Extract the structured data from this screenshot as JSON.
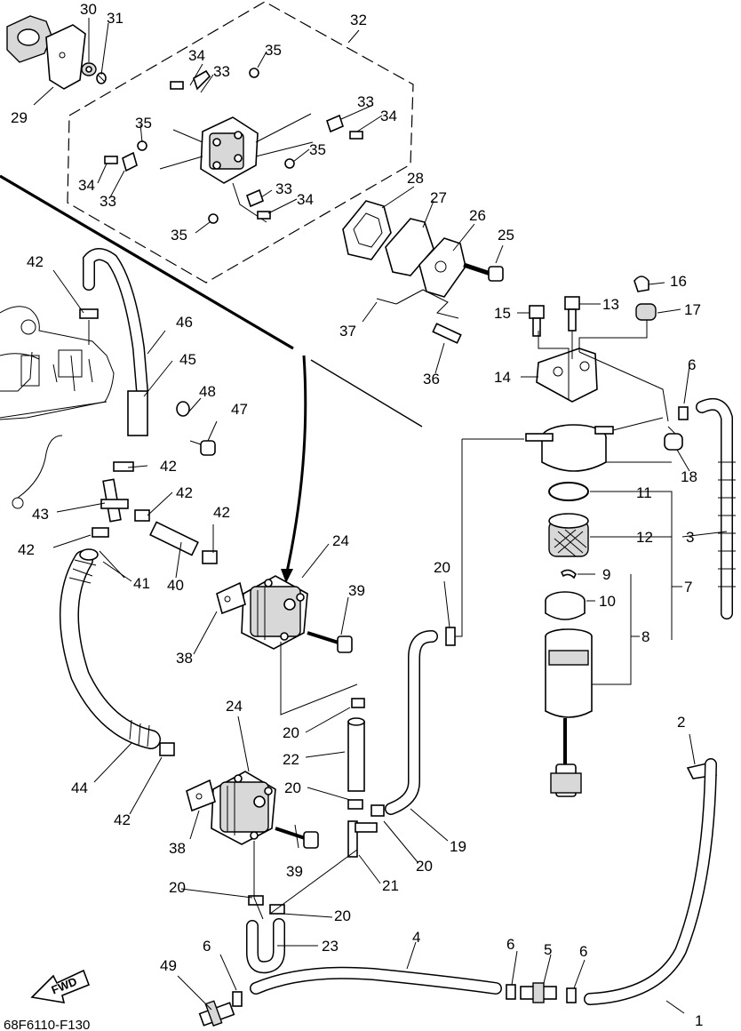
{
  "diagram_code": "68F6110-F130",
  "fwd_label": "FWD",
  "callouts": {
    "c1": "1",
    "c2": "2",
    "c3": "3",
    "c4": "4",
    "c5": "5",
    "c6a": "6",
    "c6b": "6",
    "c6c": "6",
    "c6d": "6",
    "c7": "7",
    "c8": "8",
    "c9": "9",
    "c10": "10",
    "c11": "11",
    "c12": "12",
    "c13": "13",
    "c14": "14",
    "c15": "15",
    "c16": "16",
    "c17": "17",
    "c18": "18",
    "c19": "19",
    "c20a": "20",
    "c20b": "20",
    "c20c": "20",
    "c20d": "20",
    "c20e": "20",
    "c20f": "20",
    "c21": "21",
    "c22": "22",
    "c23": "23",
    "c24a": "24",
    "c24b": "24",
    "c25": "25",
    "c26": "26",
    "c27": "27",
    "c28": "28",
    "c29": "29",
    "c30": "30",
    "c31": "31",
    "c32": "32",
    "c33a": "33",
    "c33b": "33",
    "c33c": "33",
    "c33d": "33",
    "c34a": "34",
    "c34b": "34",
    "c34c": "34",
    "c34d": "34",
    "c35a": "35",
    "c35b": "35",
    "c35c": "35",
    "c35d": "35",
    "c36": "36",
    "c37": "37",
    "c38a": "38",
    "c38b": "38",
    "c39a": "39",
    "c39b": "39",
    "c40": "40",
    "c41": "41",
    "c42a": "42",
    "c42b": "42",
    "c42c": "42",
    "c42d": "42",
    "c42e": "42",
    "c42f": "42",
    "c43": "43",
    "c44": "44",
    "c45": "45",
    "c46": "46",
    "c47": "47",
    "c48": "48",
    "c49": "49"
  }
}
